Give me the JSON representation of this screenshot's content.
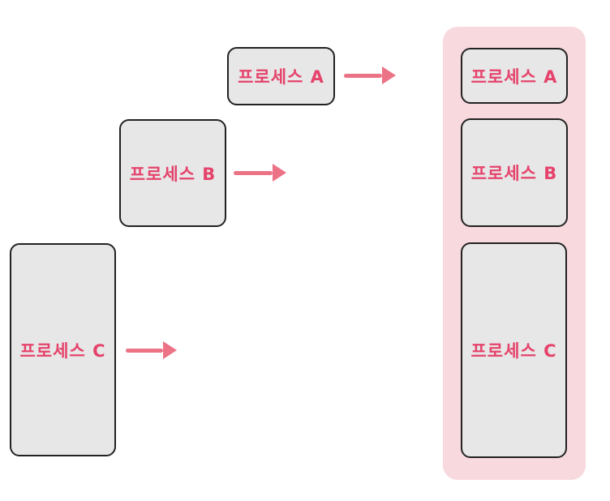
{
  "diagram": {
    "left_processes": [
      {
        "label": "프로세스 A"
      },
      {
        "label": "프로세스 B"
      },
      {
        "label": "프로세스 C"
      }
    ],
    "memory_slots": [
      {
        "label": "프로세스 A"
      },
      {
        "label": "프로세스 B"
      },
      {
        "label": "프로세스 C"
      }
    ]
  },
  "icons": {
    "arrow": "right-arrow"
  },
  "colors": {
    "page_bg": "#ffffff",
    "box_fill": "#e7e7e7",
    "box_border": "#222222",
    "label_text": "#e5436b",
    "arrow": "#ec7386",
    "memory_bg": "#f8d9de"
  }
}
